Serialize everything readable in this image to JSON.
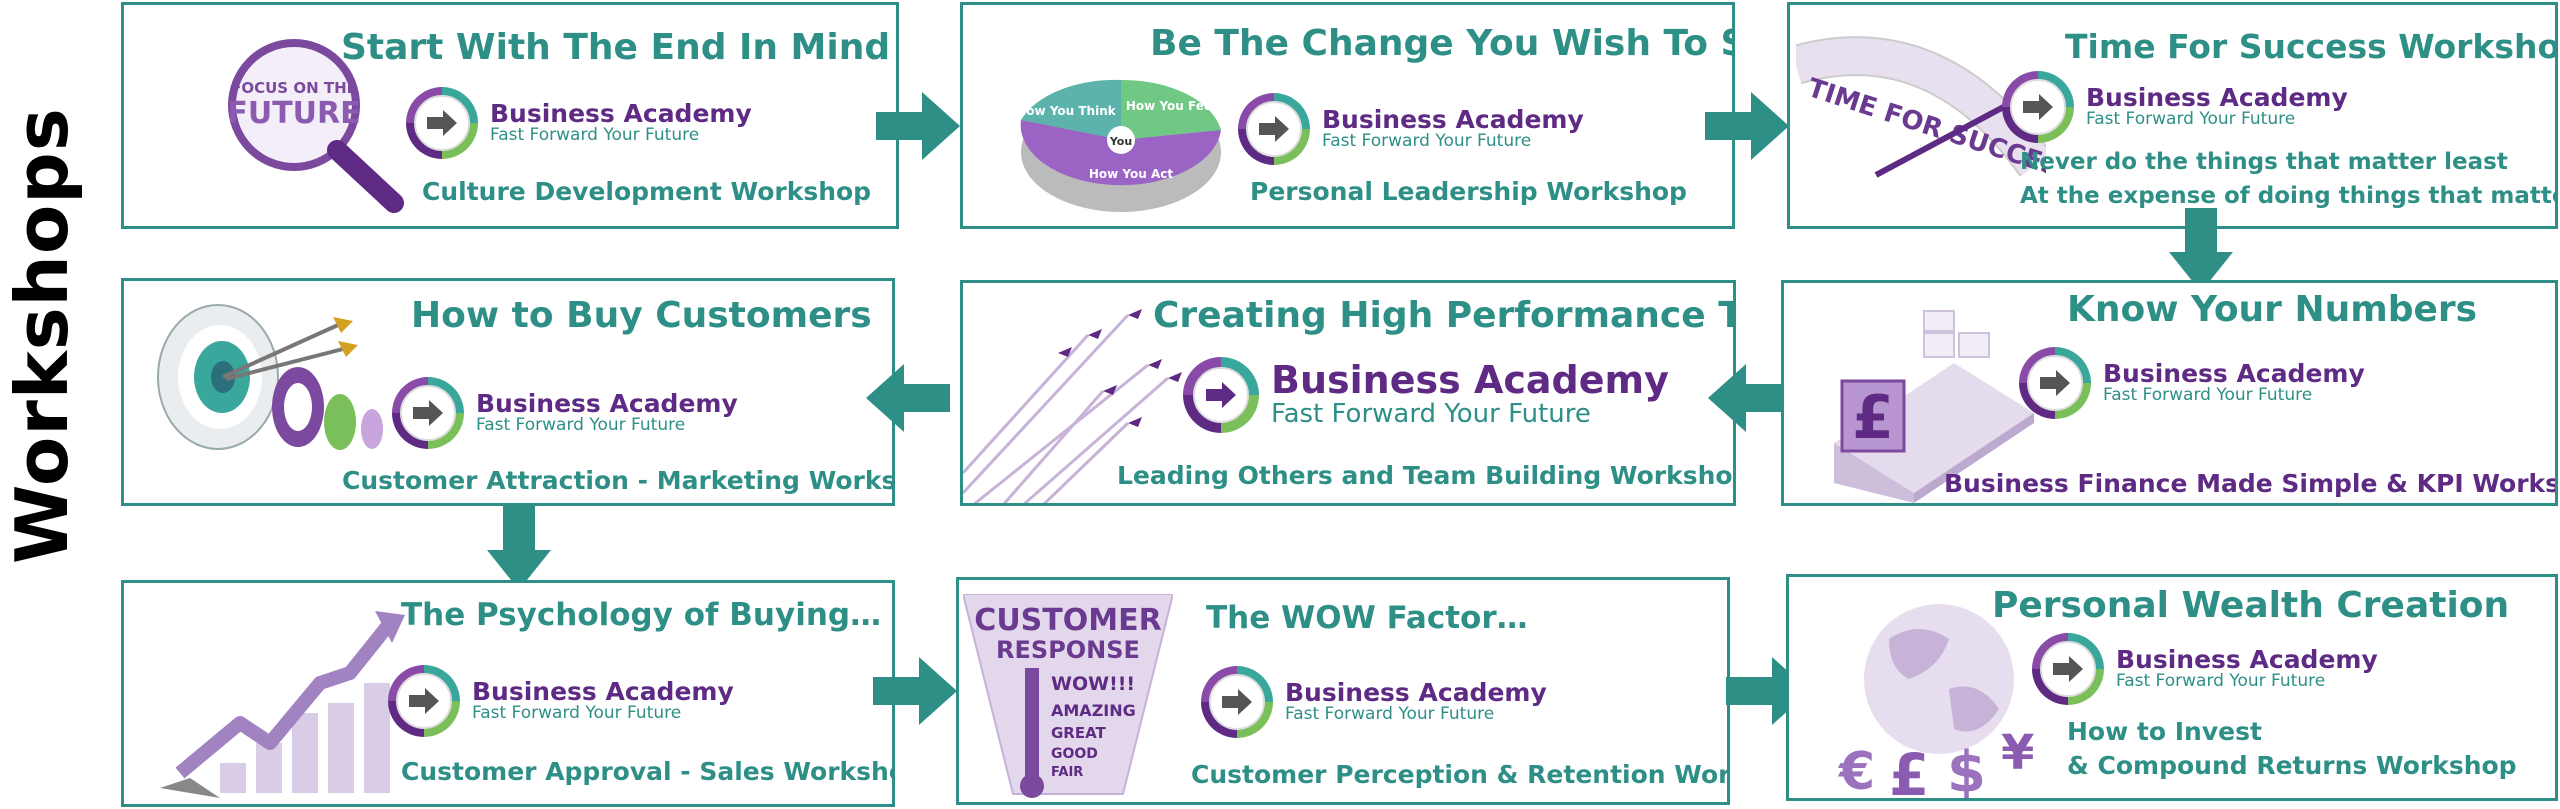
{
  "side_title": "Workshops",
  "brand": {
    "name": "Business Academy",
    "tagline": "Fast Forward Your Future"
  },
  "workshops": [
    {
      "title": "Start With The End In Mind",
      "subtitle": "Culture Development Workshop",
      "art_text": [
        "FOCUS ON THE",
        "FUTURE"
      ]
    },
    {
      "title": "Be The Change You Wish To See",
      "subtitle": "Personal Leadership Workshop",
      "art_text": [
        "How You Think",
        "How You Feel",
        "How You Act",
        "You"
      ]
    },
    {
      "title": "Time For Success Workshop",
      "subtitle_lines": [
        "Never do the things that matter least",
        "At the expense of doing things that matter most"
      ],
      "art_text": [
        "TIME FOR SUCCESS"
      ]
    },
    {
      "title": "Know Your Numbers",
      "subtitle": "Business Finance Made Simple & KPI Workshop"
    },
    {
      "title": "Creating High Performance Teams",
      "subtitle": "Leading Others and Team Building Workshop"
    },
    {
      "title": "How to Buy Customers",
      "subtitle": "Customer Attraction - Marketing Workshop"
    },
    {
      "title": "The Psychology of Buying…",
      "subtitle": "Customer Approval - Sales Workshop"
    },
    {
      "title": "The WOW Factor…",
      "subtitle": "Customer Perception & Retention Workshop",
      "art_text": [
        "CUSTOMER",
        "RESPONSE",
        "WOW!!!",
        "AMAZING",
        "GREAT",
        "GOOD",
        "FAIR"
      ]
    },
    {
      "title": "Personal Wealth Creation",
      "subtitle_lines": [
        "How to Invest",
        "& Compound Returns Workshop"
      ]
    }
  ],
  "colors": {
    "teal": "#2e8f86",
    "purple": "#5e2a84"
  }
}
